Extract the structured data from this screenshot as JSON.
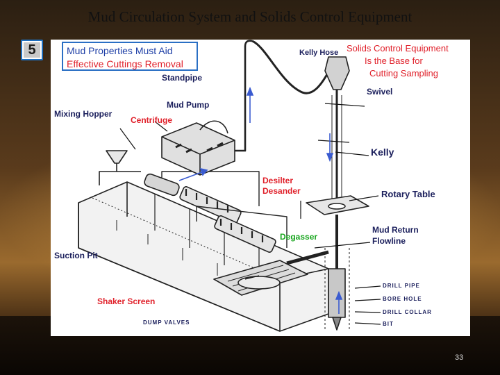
{
  "slide": {
    "title": "Mud Circulation System and Solids Control Equipment",
    "badge_number": "5",
    "page_number": "33"
  },
  "callout": {
    "line1": "Mud Properties Must Aid",
    "line2": "Effective Cuttings Removal"
  },
  "labels": {
    "kelly_hose": "Kelly Hose",
    "solids_control_1": "Solids Control Equipment",
    "solids_control_2": "Is the Base for",
    "solids_control_3": "Cutting Sampling",
    "standpipe": "Standpipe",
    "swivel": "Swivel",
    "mud_pump": "Mud Pump",
    "mixing_hopper": "Mixing Hopper",
    "centrifuge": "Centrifuge",
    "kelly": "Kelly",
    "desilter": "Desilter",
    "desander": "Desander",
    "rotary_table": "Rotary Table",
    "degasser": "Degasser",
    "mud_return_1": "Mud Return",
    "mud_return_2": "Flowline",
    "suction_pit": "Suction Pit",
    "drill_pipe": "DRILL PIPE",
    "bore_hole": "BORE HOLE",
    "drill_collar": "DRILL COLLAR",
    "bit": "BIT",
    "shaker_screen": "Shaker Screen",
    "dump_valves": "DUMP VALVES"
  },
  "colors": {
    "label_red": "#e0202a",
    "label_navy": "#1b1f5c",
    "label_green": "#18a51e",
    "callout_border": "#2a6fc4",
    "flow_arrow": "#3a5bd0"
  }
}
